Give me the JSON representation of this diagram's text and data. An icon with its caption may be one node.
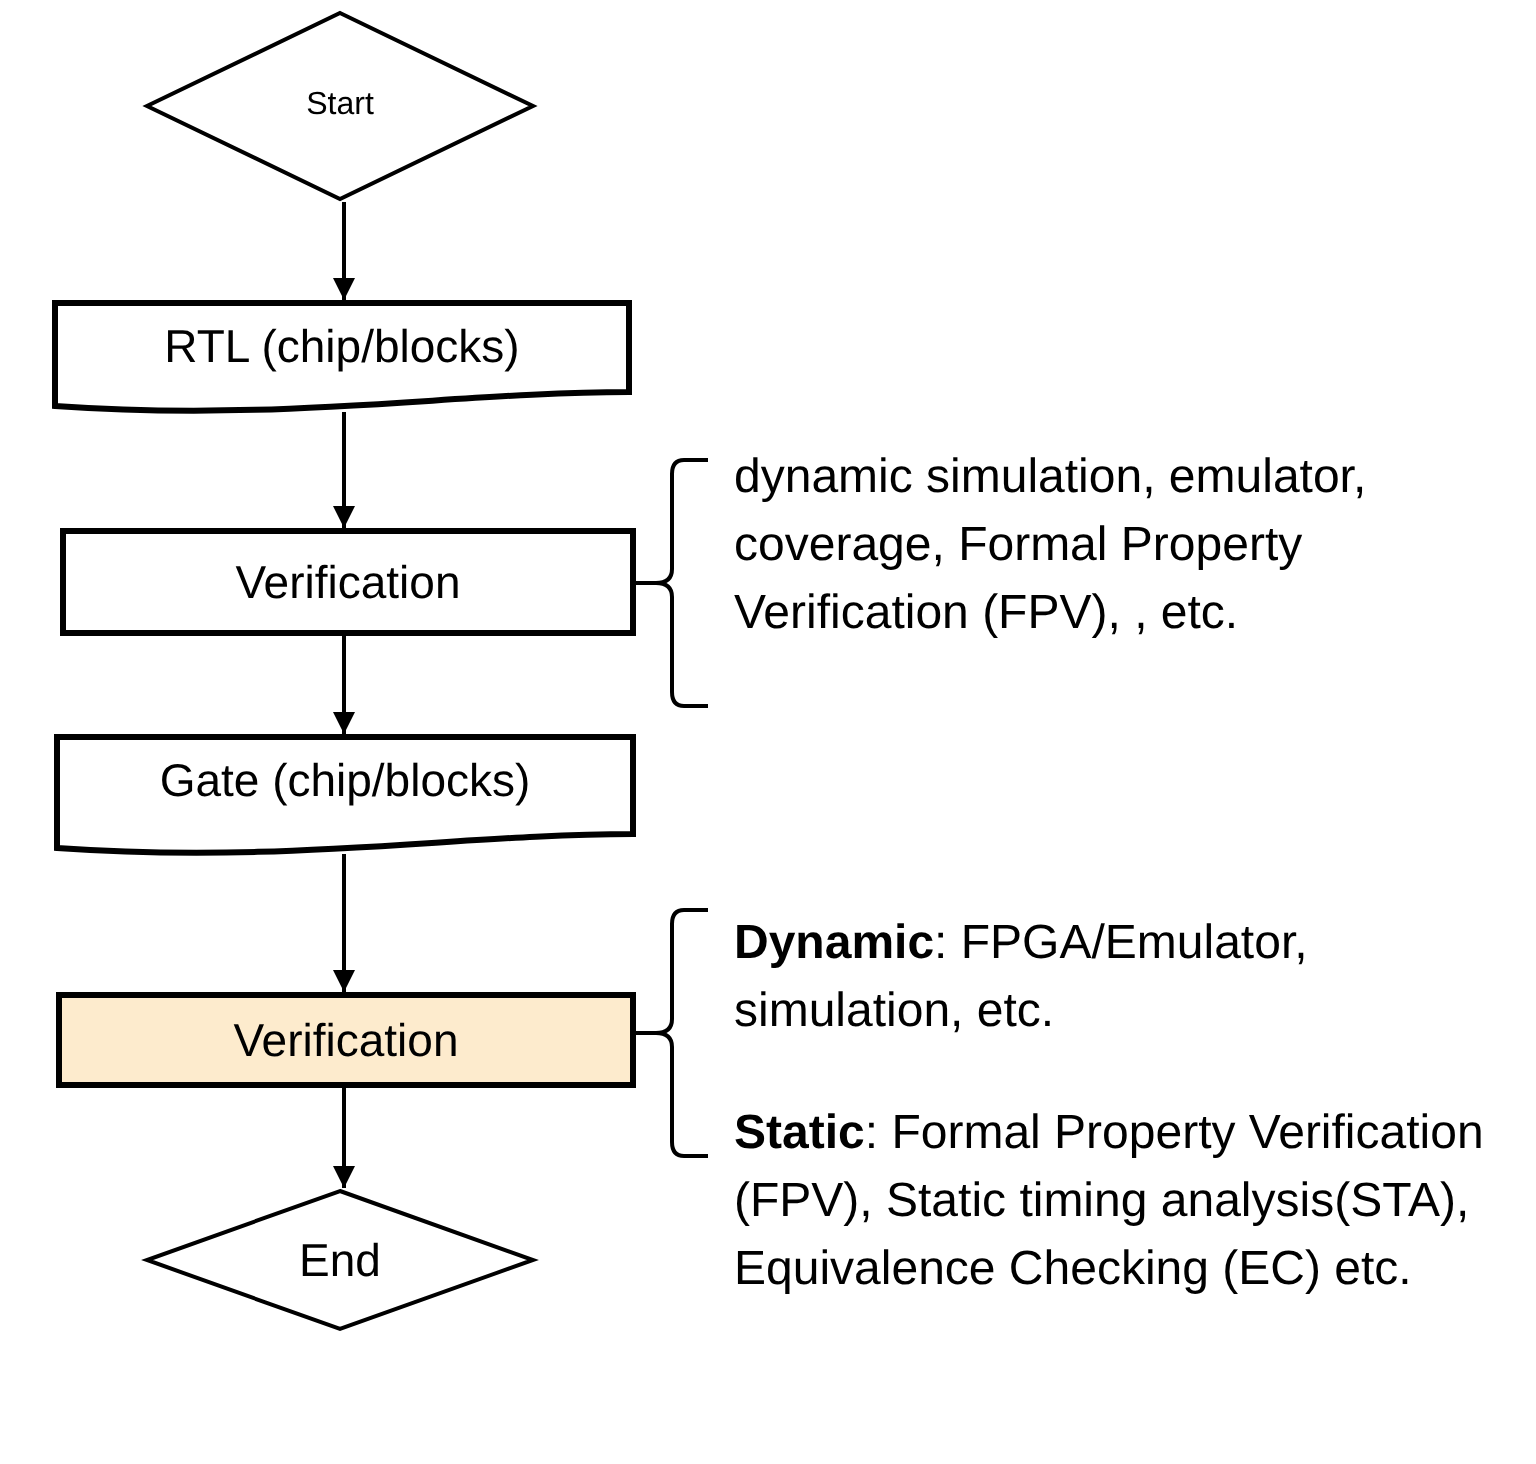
{
  "diagram": {
    "nodes": [
      {
        "text": [
          "Start"
        ]
      },
      {
        "text": [
          "RTL (chip/blocks)"
        ]
      },
      {
        "text": [
          "Verification"
        ],
        "beside": [
          "dynamic simulation, emulator, coverage, Formal Property Verification (FPV), , etc."
        ]
      },
      {
        "text": [
          "Gate (chip/blocks)"
        ]
      },
      {
        "text": [
          "Verification"
        ],
        "beside": [
          "**Dynamic**: FPGA/Emulator, simulation, etc.",
          "**Static**: Formal Property Verification (FPV), Static timing analysis(STA), Equivalence Checking (EC) etc."
        ]
      },
      {
        "text": [
          "End"
        ]
      }
    ],
    "edges": [
      {
        "from": 0,
        "to": 1,
        "arrow": "to"
      },
      {
        "from": 1,
        "to": 2,
        "arrow": "to"
      },
      {
        "from": 2,
        "to": 3,
        "arrow": "to"
      },
      {
        "from": 3,
        "to": 4,
        "arrow": "to"
      },
      {
        "from": 4,
        "to": 5,
        "arrow": "to"
      }
    ]
  }
}
